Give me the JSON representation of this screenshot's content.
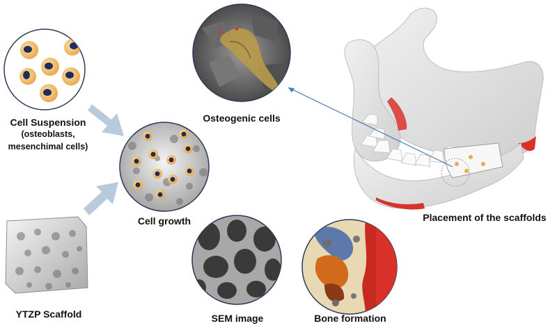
{
  "labels": {
    "cell_suspension": "Cell Suspension",
    "cell_suspension_sub1": "(osteoblasts,",
    "cell_suspension_sub2": "mesenchimal cells)",
    "cell_growth": "Cell growth",
    "osteogenic_cells": "Osteogenic cells",
    "placement": "Placement of the scaffolds",
    "ytzp_scaffold": "YTZP Scaffold",
    "sem_image": "SEM image",
    "bone_formation": "Bone formation"
  },
  "colors": {
    "arrow": "#b7cbdc",
    "cell_body": "#f2c27a",
    "cell_nucleus": "#1f2d5a",
    "circle_stroke": "#2b3a55",
    "bone": "#e6e6e6",
    "bone_red": "#d9322a",
    "connector": "#4a79b0"
  },
  "icons": {
    "cell_suspension_panel": "cell-suspension-icon",
    "cell_growth_panel": "scaffold-with-cells-icon",
    "osteogenic_panel": "sem-osteogenic-cells-icon",
    "sem_panel": "sem-porous-scaffold-icon",
    "bone_panel": "bone-histology-icon",
    "jaw": "mandible-icon",
    "scaffold_block": "ytzp-scaffold-block-icon"
  }
}
